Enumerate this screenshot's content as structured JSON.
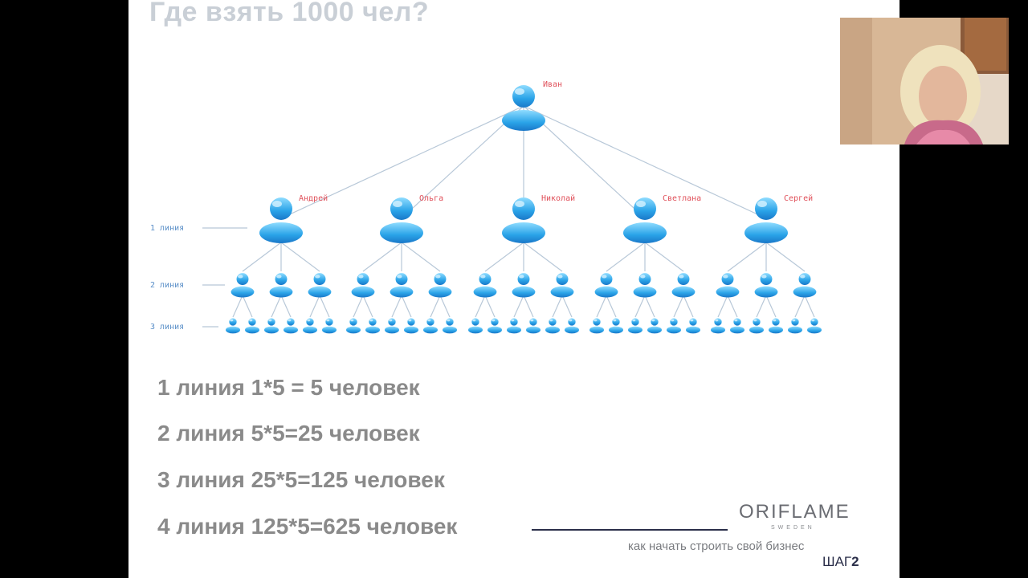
{
  "slide": {
    "title": "Где взять 1000 чел?",
    "stats": [
      "1 линия 1*5 = 5 человек",
      "2 линия 5*5=25 человек",
      "3 линия 25*5=125 человек",
      "4 линия 125*5=625 человек"
    ]
  },
  "org_chart": {
    "root": "Иван",
    "level1": [
      "Андрей",
      "Ольга",
      "Николай",
      "Светлана",
      "Сергей"
    ],
    "line_labels": [
      "1 линия",
      "2 линия",
      "3 линия"
    ],
    "children_per_node_level2": 3,
    "children_per_node_level3": 2,
    "icon": "person-icon",
    "colors": {
      "icon": "#2aa3e8",
      "name": "#e0505a",
      "label": "#5a8fc8",
      "connector": "#b8c8d8"
    }
  },
  "branding": {
    "logo": "ORIFLAME",
    "logo_sub": "SWEDEN",
    "tagline": "как начать строить свой бизнес",
    "step_prefix": "ШАГ",
    "step_number": "2"
  },
  "webcam": {
    "description_icon": "presenter-video-icon"
  }
}
